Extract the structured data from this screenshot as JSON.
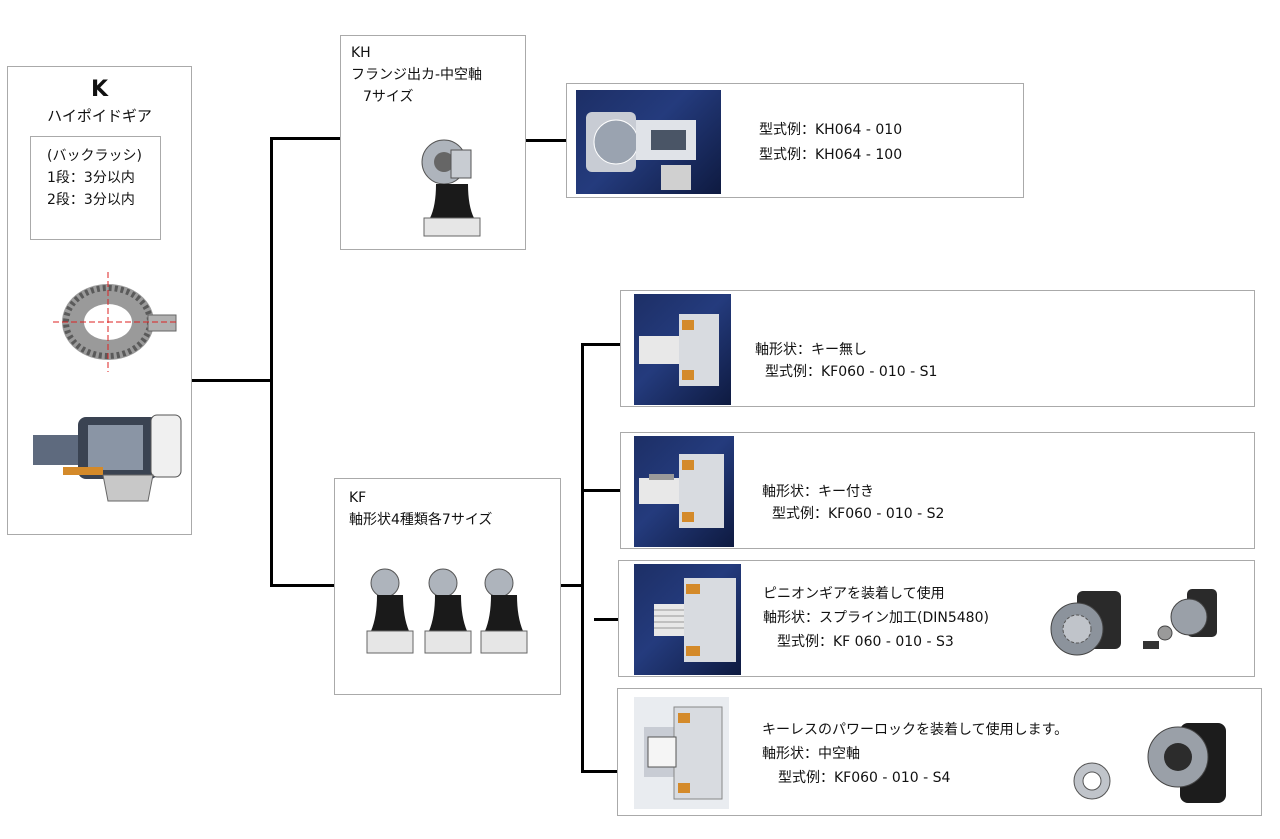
{
  "k": {
    "letter": "K",
    "name": "ハイポイドギア",
    "backlash_title": "(バックラッシ)",
    "backlash_1": "1段：3分以内",
    "backlash_2": "2段：3分以内"
  },
  "kh": {
    "code": "KH",
    "desc": "フランジ出カ-中空軸",
    "sizes": "7サイズ",
    "examples": [
      "型式例：KH064 - 010",
      "型式例：KH064 - 100"
    ]
  },
  "kf": {
    "code": "KF",
    "desc": "軸形状4種類各7サイズ"
  },
  "variants": [
    {
      "lines": [
        "軸形状：キー無し",
        "型式例：KF060 - 010 - S1"
      ]
    },
    {
      "lines": [
        "軸形状：キー付き",
        "型式例：KF060 - 010 - S2"
      ]
    },
    {
      "lines": [
        "ピニオンギアを装着して使用",
        "軸形状：スプライン加工(DIN5480)",
        "型式例：KF 060 - 010 - S3"
      ]
    },
    {
      "lines": [
        "キーレスのパワーロックを装着して使用します。",
        "軸形状：中空軸",
        "型式例：KF060 - 010 - S4"
      ]
    }
  ]
}
